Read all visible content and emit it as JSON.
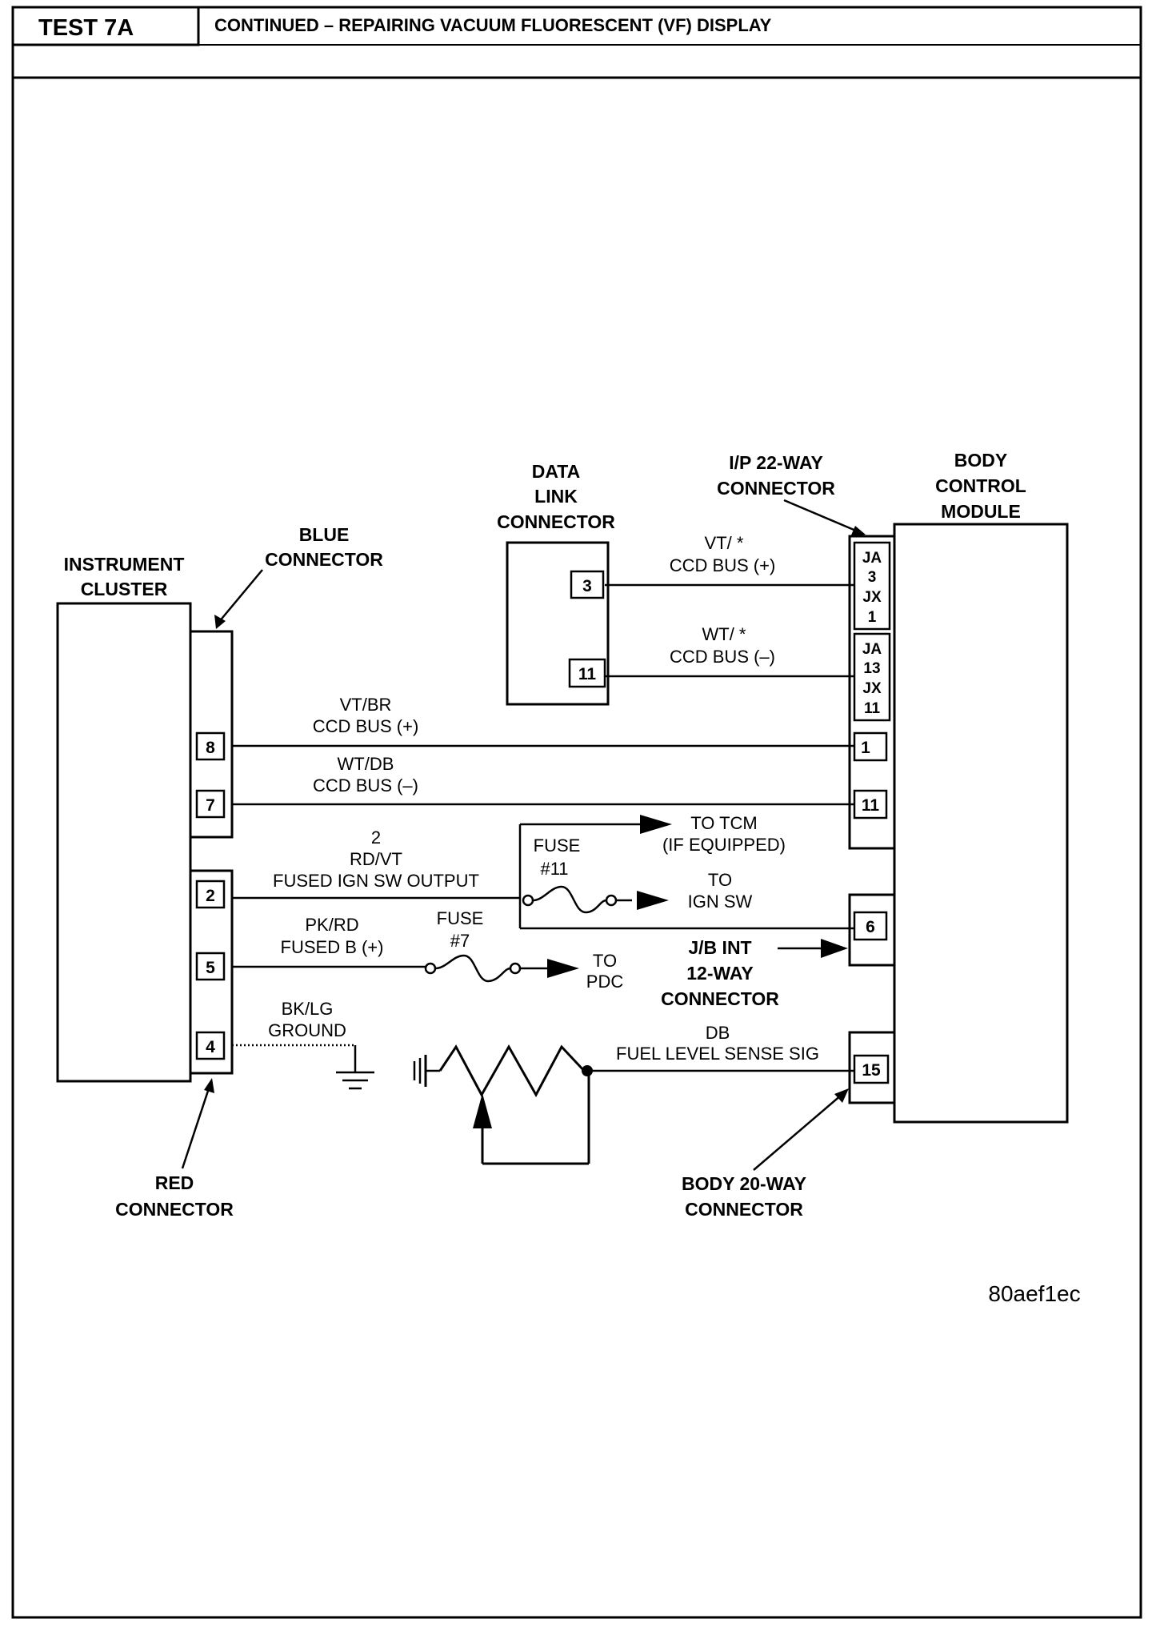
{
  "header": {
    "test_id": "TEST 7A",
    "title": "CONTINUED – REPAIRING VACUUM FLUORESCENT (VF) DISPLAY"
  },
  "components": {
    "instrument_cluster": [
      "INSTRUMENT",
      "CLUSTER"
    ],
    "blue_connector": [
      "BLUE",
      "CONNECTOR"
    ],
    "red_connector": [
      "RED",
      "CONNECTOR"
    ],
    "data_link_connector": [
      "DATA",
      "LINK",
      "CONNECTOR"
    ],
    "ip_connector": [
      "I/P 22-WAY",
      "CONNECTOR"
    ],
    "body_control_module": [
      "BODY",
      "CONTROL",
      "MODULE"
    ],
    "jb_connector": [
      "J/B INT",
      "12-WAY",
      "CONNECTOR"
    ],
    "body_connector": [
      "BODY 20-WAY",
      "CONNECTOR"
    ]
  },
  "pins": {
    "cluster_8": "8",
    "cluster_7": "7",
    "cluster_2": "2",
    "cluster_5": "5",
    "cluster_4": "4",
    "dlc_3": "3",
    "dlc_11": "11",
    "ja_top": [
      "JA",
      "3",
      "JX",
      "1"
    ],
    "ja_bottom": [
      "JA",
      "13",
      "JX",
      "11"
    ],
    "bcm_1": "1",
    "bcm_11": "11",
    "bcm_6": "6",
    "bcm_15": "15"
  },
  "wires": {
    "dlc_plus": [
      "VT/ *",
      "CCD BUS (+)"
    ],
    "dlc_minus": [
      "WT/ *",
      "CCD BUS (–)"
    ],
    "bus_plus": [
      "VT/BR",
      "CCD BUS (+)"
    ],
    "bus_minus": [
      "WT/DB",
      "CCD BUS (–)"
    ],
    "ign": [
      "2",
      "RD/VT",
      "FUSED IGN SW OUTPUT"
    ],
    "batt": [
      "PK/RD",
      "FUSED B (+)"
    ],
    "gnd": [
      "BK/LG",
      "GROUND"
    ],
    "fuel": [
      "DB",
      "FUEL LEVEL SENSE SIG"
    ]
  },
  "fuses": {
    "fuse11": [
      "FUSE",
      "#11"
    ],
    "fuse7": [
      "FUSE",
      "#7"
    ]
  },
  "destinations": {
    "tcm": [
      "TO TCM",
      "(IF EQUIPPED)"
    ],
    "ign_sw": [
      "TO",
      "IGN SW"
    ],
    "pdc": [
      "TO",
      "PDC"
    ]
  },
  "figure_code": "80aef1ec"
}
